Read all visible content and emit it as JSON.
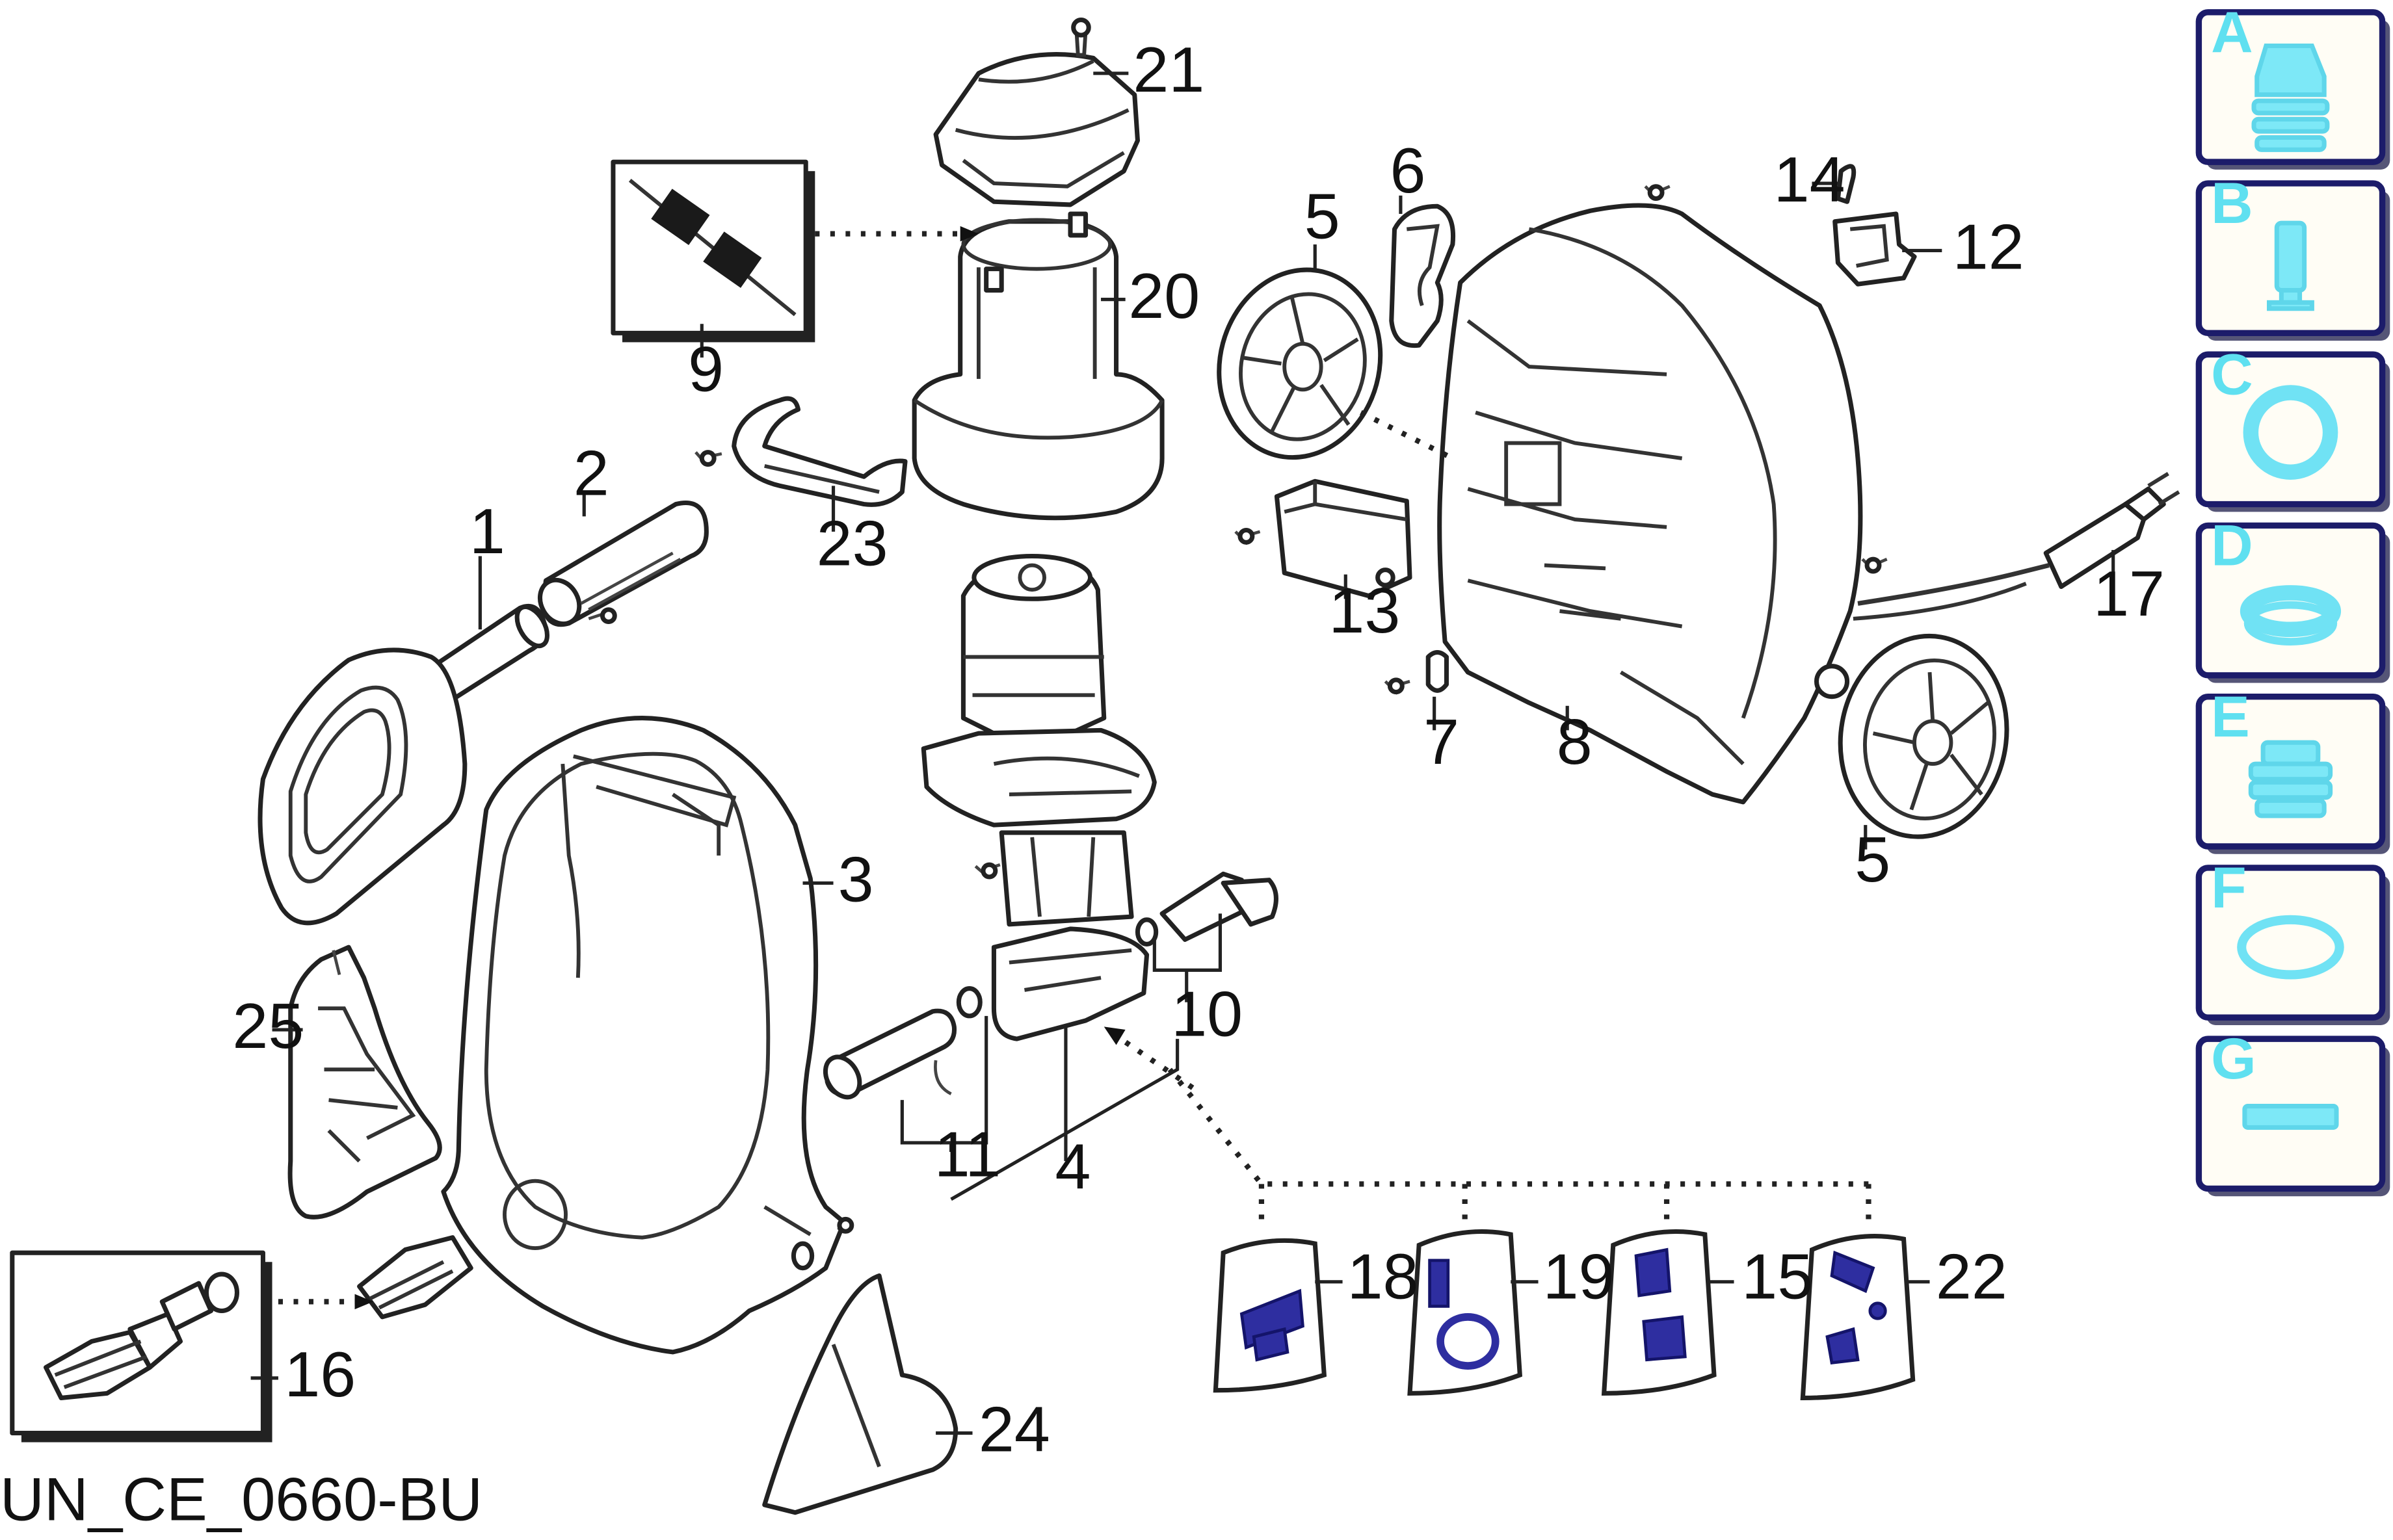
{
  "part_numbers": {
    "p1": "1",
    "p2": "2",
    "p3": "3",
    "p4": "4",
    "p5a": "5",
    "p5b": "5",
    "p6": "6",
    "p7": "7",
    "p8": "8",
    "p9": "9",
    "p10": "10",
    "p11": "11",
    "p12": "12",
    "p13": "13",
    "p14": "14",
    "p15": "15",
    "p16": "16",
    "p17": "17",
    "p18": "18",
    "p19": "19",
    "p20": "20",
    "p21": "21",
    "p22": "22",
    "p23": "23",
    "p24": "24",
    "p25": "25"
  },
  "drawing_code": "UN_CE_0660-BU",
  "side_tabs": [
    {
      "letter": "A",
      "icon": "nozzle-icon"
    },
    {
      "letter": "B",
      "icon": "cylinder-icon"
    },
    {
      "letter": "C",
      "icon": "ring-icon"
    },
    {
      "letter": "D",
      "icon": "seal-ring-icon"
    },
    {
      "letter": "E",
      "icon": "fitting-icon"
    },
    {
      "letter": "F",
      "icon": "oring-icon"
    },
    {
      "letter": "G",
      "icon": "gasket-icon"
    }
  ],
  "colors": {
    "kit_bag_parts": "#2e2ea0",
    "tab_border": "#1c1c6a",
    "tab_icon": "#7de8f7"
  }
}
